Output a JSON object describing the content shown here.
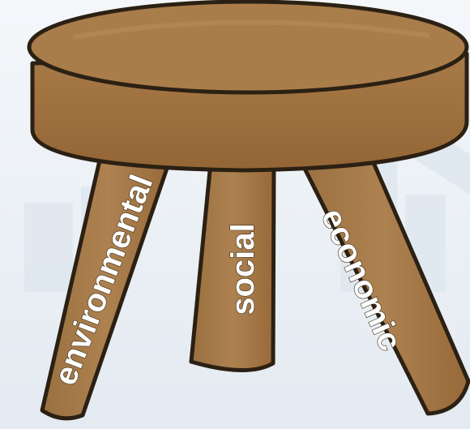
{
  "stool": {
    "legs": [
      {
        "id": "left",
        "label": "environmental"
      },
      {
        "id": "middle",
        "label": "social"
      },
      {
        "id": "right",
        "label": "economic"
      }
    ]
  },
  "colors": {
    "background": "#eef2f6",
    "wood_fill": "#a87c4a",
    "wood_shadow": "#8a6236",
    "outline": "#2b2013",
    "label_text": "#ffffff"
  }
}
